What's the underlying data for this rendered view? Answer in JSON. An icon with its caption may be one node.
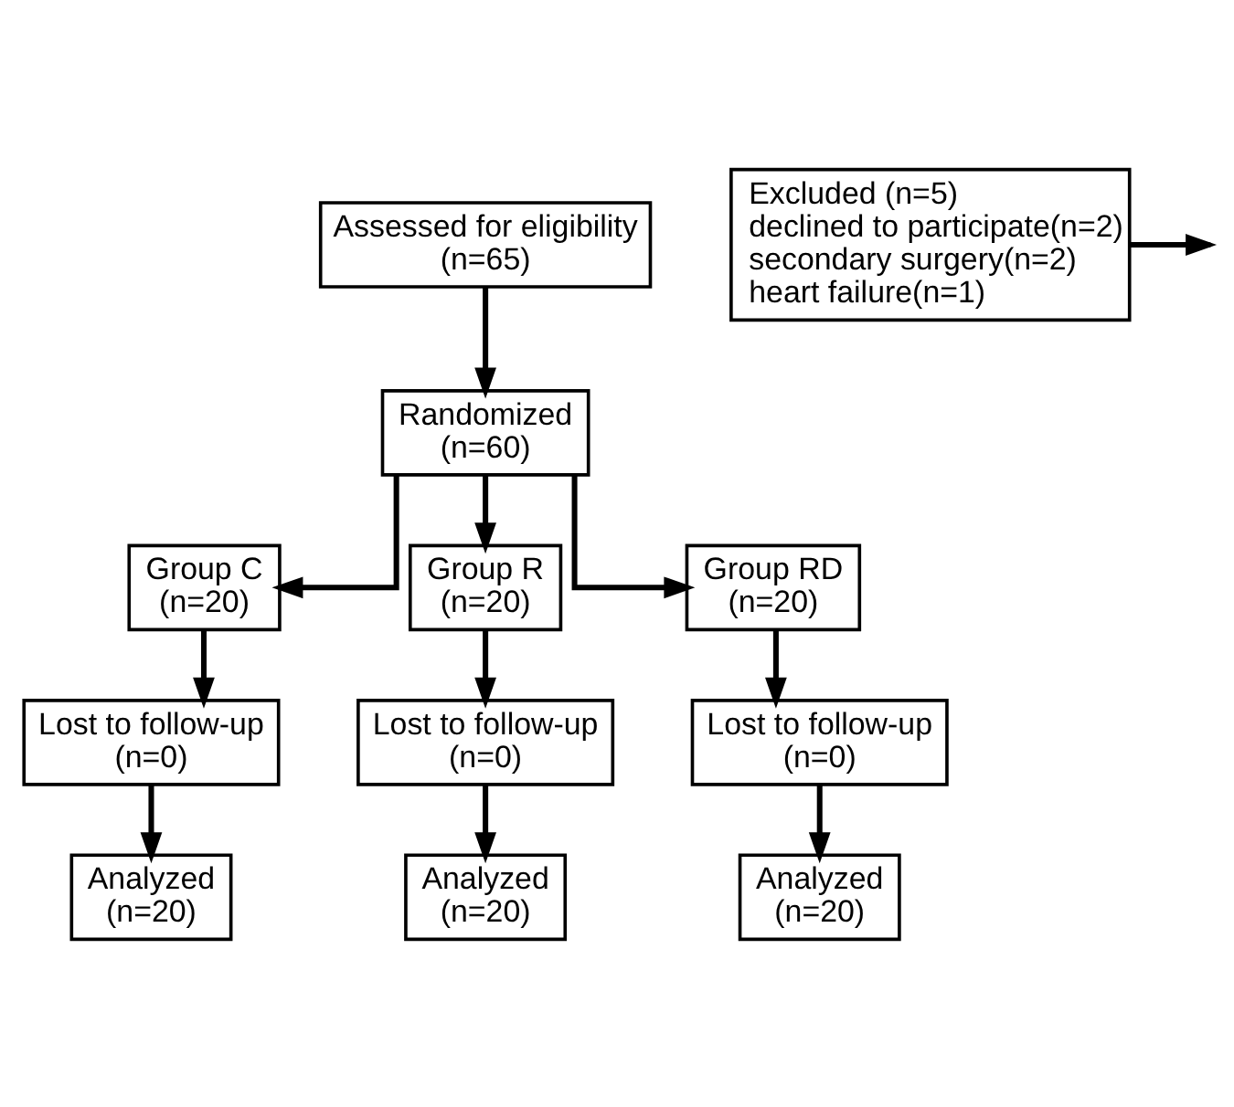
{
  "diagram": {
    "nodes": [
      {
        "text": [
          "Assessed for eligibility",
          "(n=65)"
        ]
      },
      {
        "text": [
          "Excluded (n=5)",
          "declined to participate(n=2)",
          "secondary surgery(n=2)",
          "heart failure(n=1)"
        ]
      },
      {
        "text": [
          "Randomized",
          "(n=60)"
        ]
      },
      {
        "text": [
          "Group C",
          "(n=20)"
        ]
      },
      {
        "text": [
          "Group R",
          "(n=20)"
        ]
      },
      {
        "text": [
          "Group RD",
          "(n=20)"
        ]
      },
      {
        "text": [
          "Lost to follow-up",
          "(n=0)"
        ]
      },
      {
        "text": [
          "Lost to follow-up",
          "(n=0)"
        ]
      },
      {
        "text": [
          "Lost to follow-up",
          "(n=0)"
        ]
      },
      {
        "text": [
          "Analyzed",
          "(n=20)"
        ]
      },
      {
        "text": [
          "Analyzed",
          "(n=20)"
        ]
      },
      {
        "text": [
          "Analyzed",
          "(n=20)"
        ]
      }
    ],
    "edges": [
      {
        "from": 0,
        "to": 2,
        "arrow": "to"
      },
      {
        "from": 1,
        "to": null,
        "arrow": "to"
      },
      {
        "from": 2,
        "to": 3,
        "arrow": "to"
      },
      {
        "from": 2,
        "to": 4,
        "arrow": "to"
      },
      {
        "from": 2,
        "to": 5,
        "arrow": "to"
      },
      {
        "from": 3,
        "to": 6,
        "arrow": "to"
      },
      {
        "from": 4,
        "to": 7,
        "arrow": "to"
      },
      {
        "from": 5,
        "to": 8,
        "arrow": "to"
      },
      {
        "from": 6,
        "to": 9,
        "arrow": "to"
      },
      {
        "from": 7,
        "to": 10,
        "arrow": "to"
      },
      {
        "from": 8,
        "to": 11,
        "arrow": "to"
      }
    ]
  }
}
